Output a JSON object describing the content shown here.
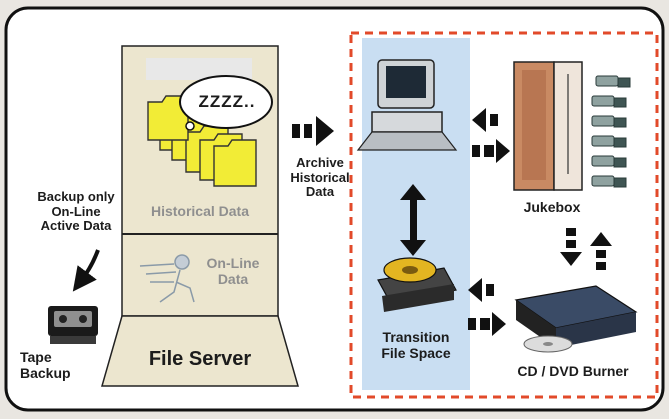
{
  "diagram": {
    "left": {
      "backup_note": [
        "Backup only",
        "On-Line",
        "Active Data"
      ],
      "tape_label": [
        "Tape",
        "Backup"
      ]
    },
    "file_server": {
      "historical_label": "Historical Data",
      "zzz_text": "ZZZZ..",
      "online_label": [
        "On-Line",
        "Data"
      ],
      "base_label": "File Server"
    },
    "archive_label": [
      "Archive",
      "Historical",
      "Data"
    ],
    "right": {
      "transition_label": [
        "Transition",
        "File Space"
      ],
      "jukebox_label": "Jukebox",
      "burner_label": "CD / DVD Burner"
    },
    "colors": {
      "background": "#e9e6e1",
      "panel": "#ffffff",
      "dashed_border": "#e24a2a",
      "highlight": "#c9def2",
      "folder_yellow": "#f2ec36",
      "server_tan": "#ece6cf"
    }
  }
}
